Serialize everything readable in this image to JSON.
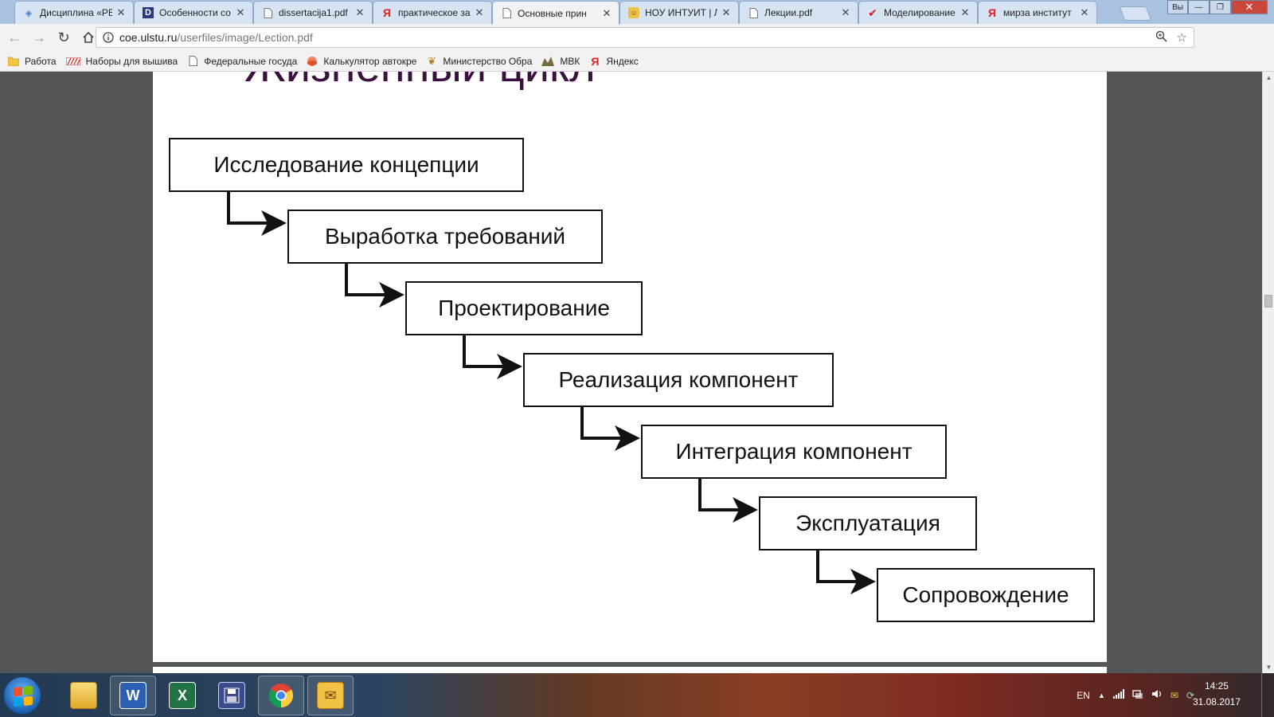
{
  "tabs": [
    {
      "label": "Дисциплина «РЕ",
      "icon": "compass-icon",
      "active": false
    },
    {
      "label": "Особенности со",
      "icon": "d-logo-icon",
      "active": false
    },
    {
      "label": "dissertacija1.pdf",
      "icon": "document-icon",
      "active": false
    },
    {
      "label": "практическое за",
      "icon": "yandex-icon",
      "active": false
    },
    {
      "label": "Основные прин",
      "icon": "document-icon",
      "active": true
    },
    {
      "label": "НОУ ИНТУИТ | Ле",
      "icon": "intuit-icon",
      "active": false
    },
    {
      "label": "Лекции.pdf",
      "icon": "document-icon",
      "active": false
    },
    {
      "label": "Моделирование",
      "icon": "checkmark-icon",
      "active": false
    },
    {
      "label": "мирза институт",
      "icon": "yandex-icon",
      "active": false
    }
  ],
  "window_controls": {
    "user": "Вы"
  },
  "address": {
    "host": "coe.ulstu.ru",
    "path": "/userfiles/image/Lection.pdf"
  },
  "bookmarks": [
    {
      "label": "Работа",
      "icon": "folder-icon"
    },
    {
      "label": "Наборы для вышива",
      "icon": "stripe-logo-icon"
    },
    {
      "label": "Федеральные госуда",
      "icon": "document-icon"
    },
    {
      "label": "Калькулятор автокре",
      "icon": "orange-ball-icon"
    },
    {
      "label": "Министерство Обра",
      "icon": "emblem-icon"
    },
    {
      "label": "МВК",
      "icon": "mvk-logo-icon"
    },
    {
      "label": "Яндекс",
      "icon": "yandex-icon"
    }
  ],
  "slide": {
    "title": "Жизненный цикл",
    "stages": [
      "Исследование концепции",
      "Выработка требований",
      "Проектирование",
      "Реализация компонент",
      "Интеграция компонент",
      "Эксплуатация",
      "Сопровождение"
    ]
  },
  "tray": {
    "lang": "EN"
  },
  "clock": {
    "time": "14:25",
    "date": "31.08.2017"
  },
  "colors": {
    "title": "#3b1040",
    "viewer_bg": "#525659",
    "tabstrip": "#a9c2e0"
  }
}
